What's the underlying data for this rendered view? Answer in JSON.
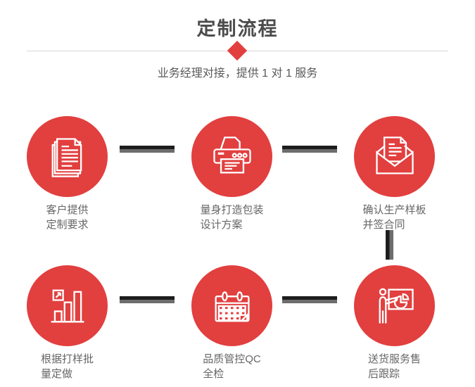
{
  "title": "定制流程",
  "subtitle": "业务经理对接，提供 1 对 1 服务",
  "colors": {
    "accent_red": "#e23f3f",
    "title_text": "#4c4c4c",
    "subtitle_text": "#595959",
    "label_text": "#666666",
    "connector_dark": "#1d1d1d",
    "connector_gray": "#6d6d6d",
    "divider_gray": "#d8d8d8"
  },
  "steps": [
    {
      "icon": "documents-icon",
      "label": [
        "客户提供",
        "定制要求"
      ]
    },
    {
      "icon": "printer-icon",
      "label": [
        "量身打造包装",
        "设计方案"
      ]
    },
    {
      "icon": "envelope-icon",
      "label": [
        "确认生产样板",
        "并签合同"
      ]
    },
    {
      "icon": "bar-chart-icon",
      "label": [
        "根据打样批",
        "量定做"
      ]
    },
    {
      "icon": "calendar-icon",
      "label": [
        "品质管控QC",
        "全检"
      ]
    },
    {
      "icon": "presenter-icon",
      "label": [
        "送货服务售",
        "后跟踪"
      ]
    }
  ]
}
